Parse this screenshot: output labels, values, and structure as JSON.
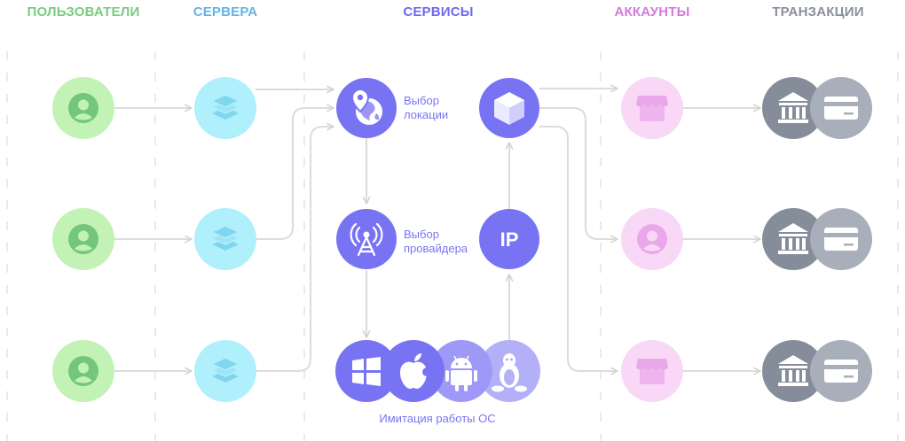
{
  "columns": {
    "users": {
      "title": "ПОЛЬЗОВАТЕЛИ",
      "color": "#78cc80"
    },
    "servers": {
      "title": "СЕРВЕРА",
      "color": "#64b5e6"
    },
    "services": {
      "title": "СЕРВИСЫ",
      "color": "#6e69ee"
    },
    "accounts": {
      "title": "АККАУНТЫ",
      "color": "#d37ad9"
    },
    "transactions": {
      "title": "ТРАНЗАКЦИИ",
      "color": "#8a909c"
    }
  },
  "services": {
    "location_label": [
      "Выбор",
      "локации"
    ],
    "provider_label": [
      "Выбор",
      "провайдера"
    ],
    "ip_label": "IP",
    "os_label": "Имитация работы ОС",
    "os_icons": [
      "windows-icon",
      "apple-icon",
      "android-icon",
      "linux-icon"
    ]
  },
  "icons": {
    "user": "user-icon",
    "server": "layers-icon",
    "location": "globe-pin-icon",
    "provider": "antenna-icon",
    "service": "cube-icon",
    "account_store": "store-icon",
    "account_user": "user-icon",
    "bank": "bank-icon",
    "card": "credit-card-icon"
  },
  "colors": {
    "users_bg": "#c2f2b6",
    "users_fg": "#74c67c",
    "servers_bg": "#b0f0fc",
    "servers_fg": "#7fd6ef",
    "services": "#7873f3",
    "accounts_bg": "#f9d8f7",
    "accounts_fg": "#e9a8e9",
    "bank": "#868d9a",
    "card": "#a8afba",
    "lines": "#dcdcdc",
    "dividers": "#e2e2e2"
  }
}
